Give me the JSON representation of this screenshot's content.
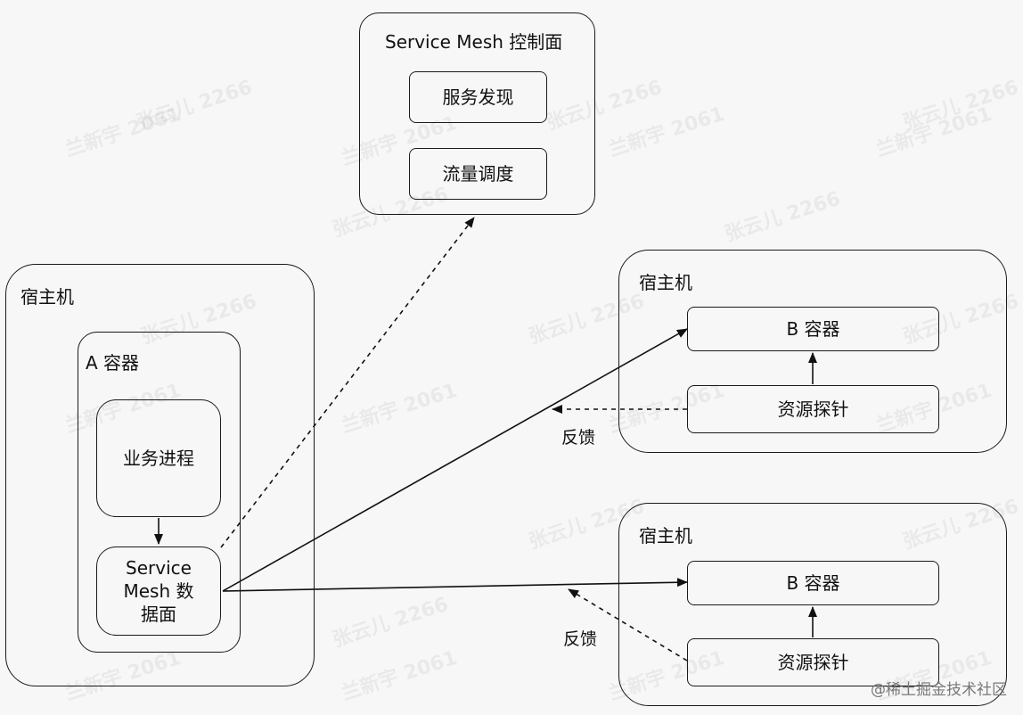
{
  "control_plane": {
    "title": "Service Mesh 控制面",
    "service_discovery": "服务发现",
    "traffic_scheduling": "流量调度"
  },
  "left_host": {
    "title": "宿主机",
    "container": {
      "title": "A 容器",
      "business_process": "业务进程",
      "data_plane": "Service Mesh 数据面"
    }
  },
  "right_host_1": {
    "title": "宿主机",
    "container": "B 容器",
    "probe": "资源探针",
    "feedback": "反馈"
  },
  "right_host_2": {
    "title": "宿主机",
    "container": "B 容器",
    "probe": "资源探针",
    "feedback": "反馈"
  },
  "watermarks": [
    "兰新宇 2061",
    "张云儿 2266"
  ],
  "credit": "@稀土掘金技术社区"
}
